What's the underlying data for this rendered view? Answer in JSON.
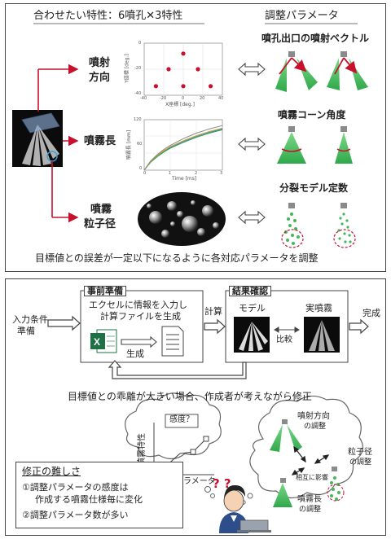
{
  "top": {
    "left_title": "合わせたい特性：6噴孔✕3特性",
    "right_title": "調整パラメータ",
    "rows": [
      {
        "label_l1": "噴射",
        "label_l2": "方向",
        "param": "噴孔出口の噴射ベクトル"
      },
      {
        "label_l1": "噴霧長",
        "label_l2": "",
        "param": "噴霧コーン角度"
      },
      {
        "label_l1": "噴霧",
        "label_l2": "粒子径",
        "param": "分裂モデル定数"
      }
    ],
    "direction_plot": {
      "xlabel": "X座標 [deg.]",
      "ylabel": "Y座標 [deg.]",
      "xticks": [
        "-40",
        "-20",
        "0",
        "20",
        "40"
      ],
      "yticks": [
        "0",
        "-20",
        "-40"
      ]
    },
    "length_plot": {
      "xlabel": "Time [ms]",
      "ylabel": "噴霧長 [mm]",
      "xticks": [
        "0",
        "1",
        "2",
        "3"
      ],
      "yticks": [
        "0",
        "20",
        "40",
        "60",
        "80",
        "100",
        "120"
      ]
    },
    "footer": "目標値との誤差が一定以下になるように各対応パラメータを調整"
  },
  "bottom": {
    "input_label_l1": "入力条件",
    "input_label_l2": "準備",
    "prep_box_title": "事前準備",
    "prep_text_l1": "エクセルに情報を入力し",
    "prep_text_l2": "計算ファイルを生成",
    "generate_label": "生成",
    "calc_label": "計算",
    "result_box_title": "結果確認",
    "model_label": "モデル",
    "real_label": "実噴霧",
    "compare_label": "比較",
    "done_label": "完成",
    "loop_text": "目標値との乖離が大きい場合、作成者が考えながら修正",
    "thought_left": {
      "sensitivity_label": "感度？",
      "y_label": "噴霧特性",
      "x_label": "調整パラメータ"
    },
    "thought_right": {
      "dir_label_l1": "噴射方向",
      "dir_label_l2": "の調整",
      "size_label_l1": "粒子径",
      "size_label_l2": "の調整",
      "len_label_l1": "噴霧長",
      "len_label_l2": "の調整",
      "mutual_label": "相互に影響"
    },
    "difficulty": {
      "title": "修正の難しさ",
      "item1_l1": "①調整パラメータの感度は",
      "item1_l2": "作成する噴霧仕様毎に変化",
      "item2": "②調整パラメータ数が多い"
    },
    "question_marks": "? ?"
  },
  "colors": {
    "accent_red": "#c8102e",
    "spray_green": "#2ea84a",
    "nozzle_gray": "#8a8a8a",
    "excel_green": "#1e7145"
  },
  "chart_data": [
    {
      "type": "scatter",
      "xlabel": "X座標 [deg.]",
      "ylabel": "Y座標 [deg.]",
      "xlim": [
        -40,
        40
      ],
      "ylim": [
        -40,
        0
      ],
      "points": [
        [
          0,
          -8
        ],
        [
          -15,
          -20
        ],
        [
          15,
          -20
        ],
        [
          -28,
          -33
        ],
        [
          0,
          -33
        ],
        [
          28,
          -33
        ]
      ]
    },
    {
      "type": "line",
      "xlabel": "Time [ms]",
      "ylabel": "噴霧長 [mm]",
      "xlim": [
        0,
        3
      ],
      "ylim": [
        0,
        120
      ],
      "x": [
        0,
        0.25,
        0.5,
        0.75,
        1.0,
        1.5,
        2.0,
        2.5,
        3.0
      ],
      "series": [
        {
          "values": [
            0,
            20,
            34,
            45,
            54,
            68,
            80,
            90,
            98
          ]
        },
        {
          "values": [
            0,
            19,
            32,
            43,
            52,
            66,
            78,
            88,
            96
          ]
        },
        {
          "values": [
            0,
            21,
            35,
            46,
            56,
            70,
            82,
            92,
            100
          ]
        },
        {
          "values": [
            0,
            22,
            37,
            49,
            59,
            75,
            88,
            98,
            106
          ]
        }
      ]
    }
  ]
}
